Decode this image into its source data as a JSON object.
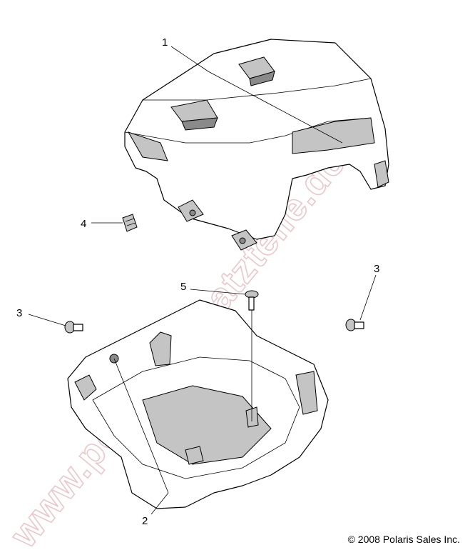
{
  "diagram": {
    "callouts": [
      {
        "id": "1",
        "label": "1"
      },
      {
        "id": "2",
        "label": "2"
      },
      {
        "id": "3a",
        "label": "3"
      },
      {
        "id": "3b",
        "label": "3"
      },
      {
        "id": "4",
        "label": "4"
      },
      {
        "id": "5",
        "label": "5"
      }
    ],
    "watermark": "www.polaris-ersatzteile.de",
    "copyright": "© 2008 Polaris Sales Inc."
  }
}
